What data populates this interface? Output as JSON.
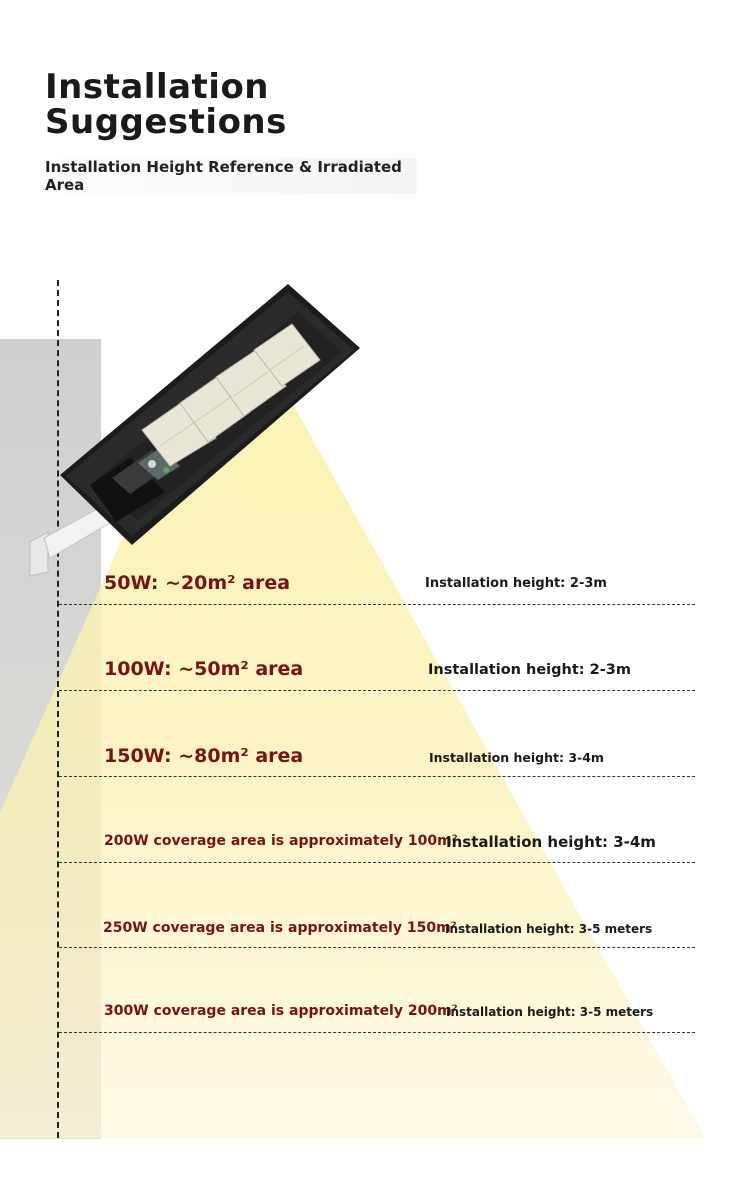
{
  "header": {
    "title_line1": "Installation",
    "title_line2": "Suggestions",
    "subtitle_line1": "Installation Height Reference & Irradiated",
    "subtitle_line2": "Area"
  },
  "rows": [
    {
      "coverage": "50W: ~20m² area",
      "height": "Installation height: 2-3m"
    },
    {
      "coverage": "100W: ~50m² area",
      "height": "Installation height: 2-3m"
    },
    {
      "coverage": "150W: ~80m² area",
      "height": "Installation height: 3-4m"
    },
    {
      "coverage": "200W coverage area is approximately 100m²",
      "height": "Installation height: 3-4m"
    },
    {
      "coverage": "250W coverage area is approximately 150m²",
      "height": "Installation height: 3-5 meters"
    },
    {
      "coverage": "300W coverage area is approximately 200m²",
      "height": "Installation height: 3-5 meters"
    }
  ],
  "colors": {
    "coverage_text": "#7a1214",
    "light_beam": "#fbf0a8",
    "wall": "#cfcfcf",
    "lamp_body": "#1c1c1c"
  },
  "icons": [
    "solar-street-light-icon",
    "mounting-arm-icon",
    "motion-sensor-icon"
  ]
}
